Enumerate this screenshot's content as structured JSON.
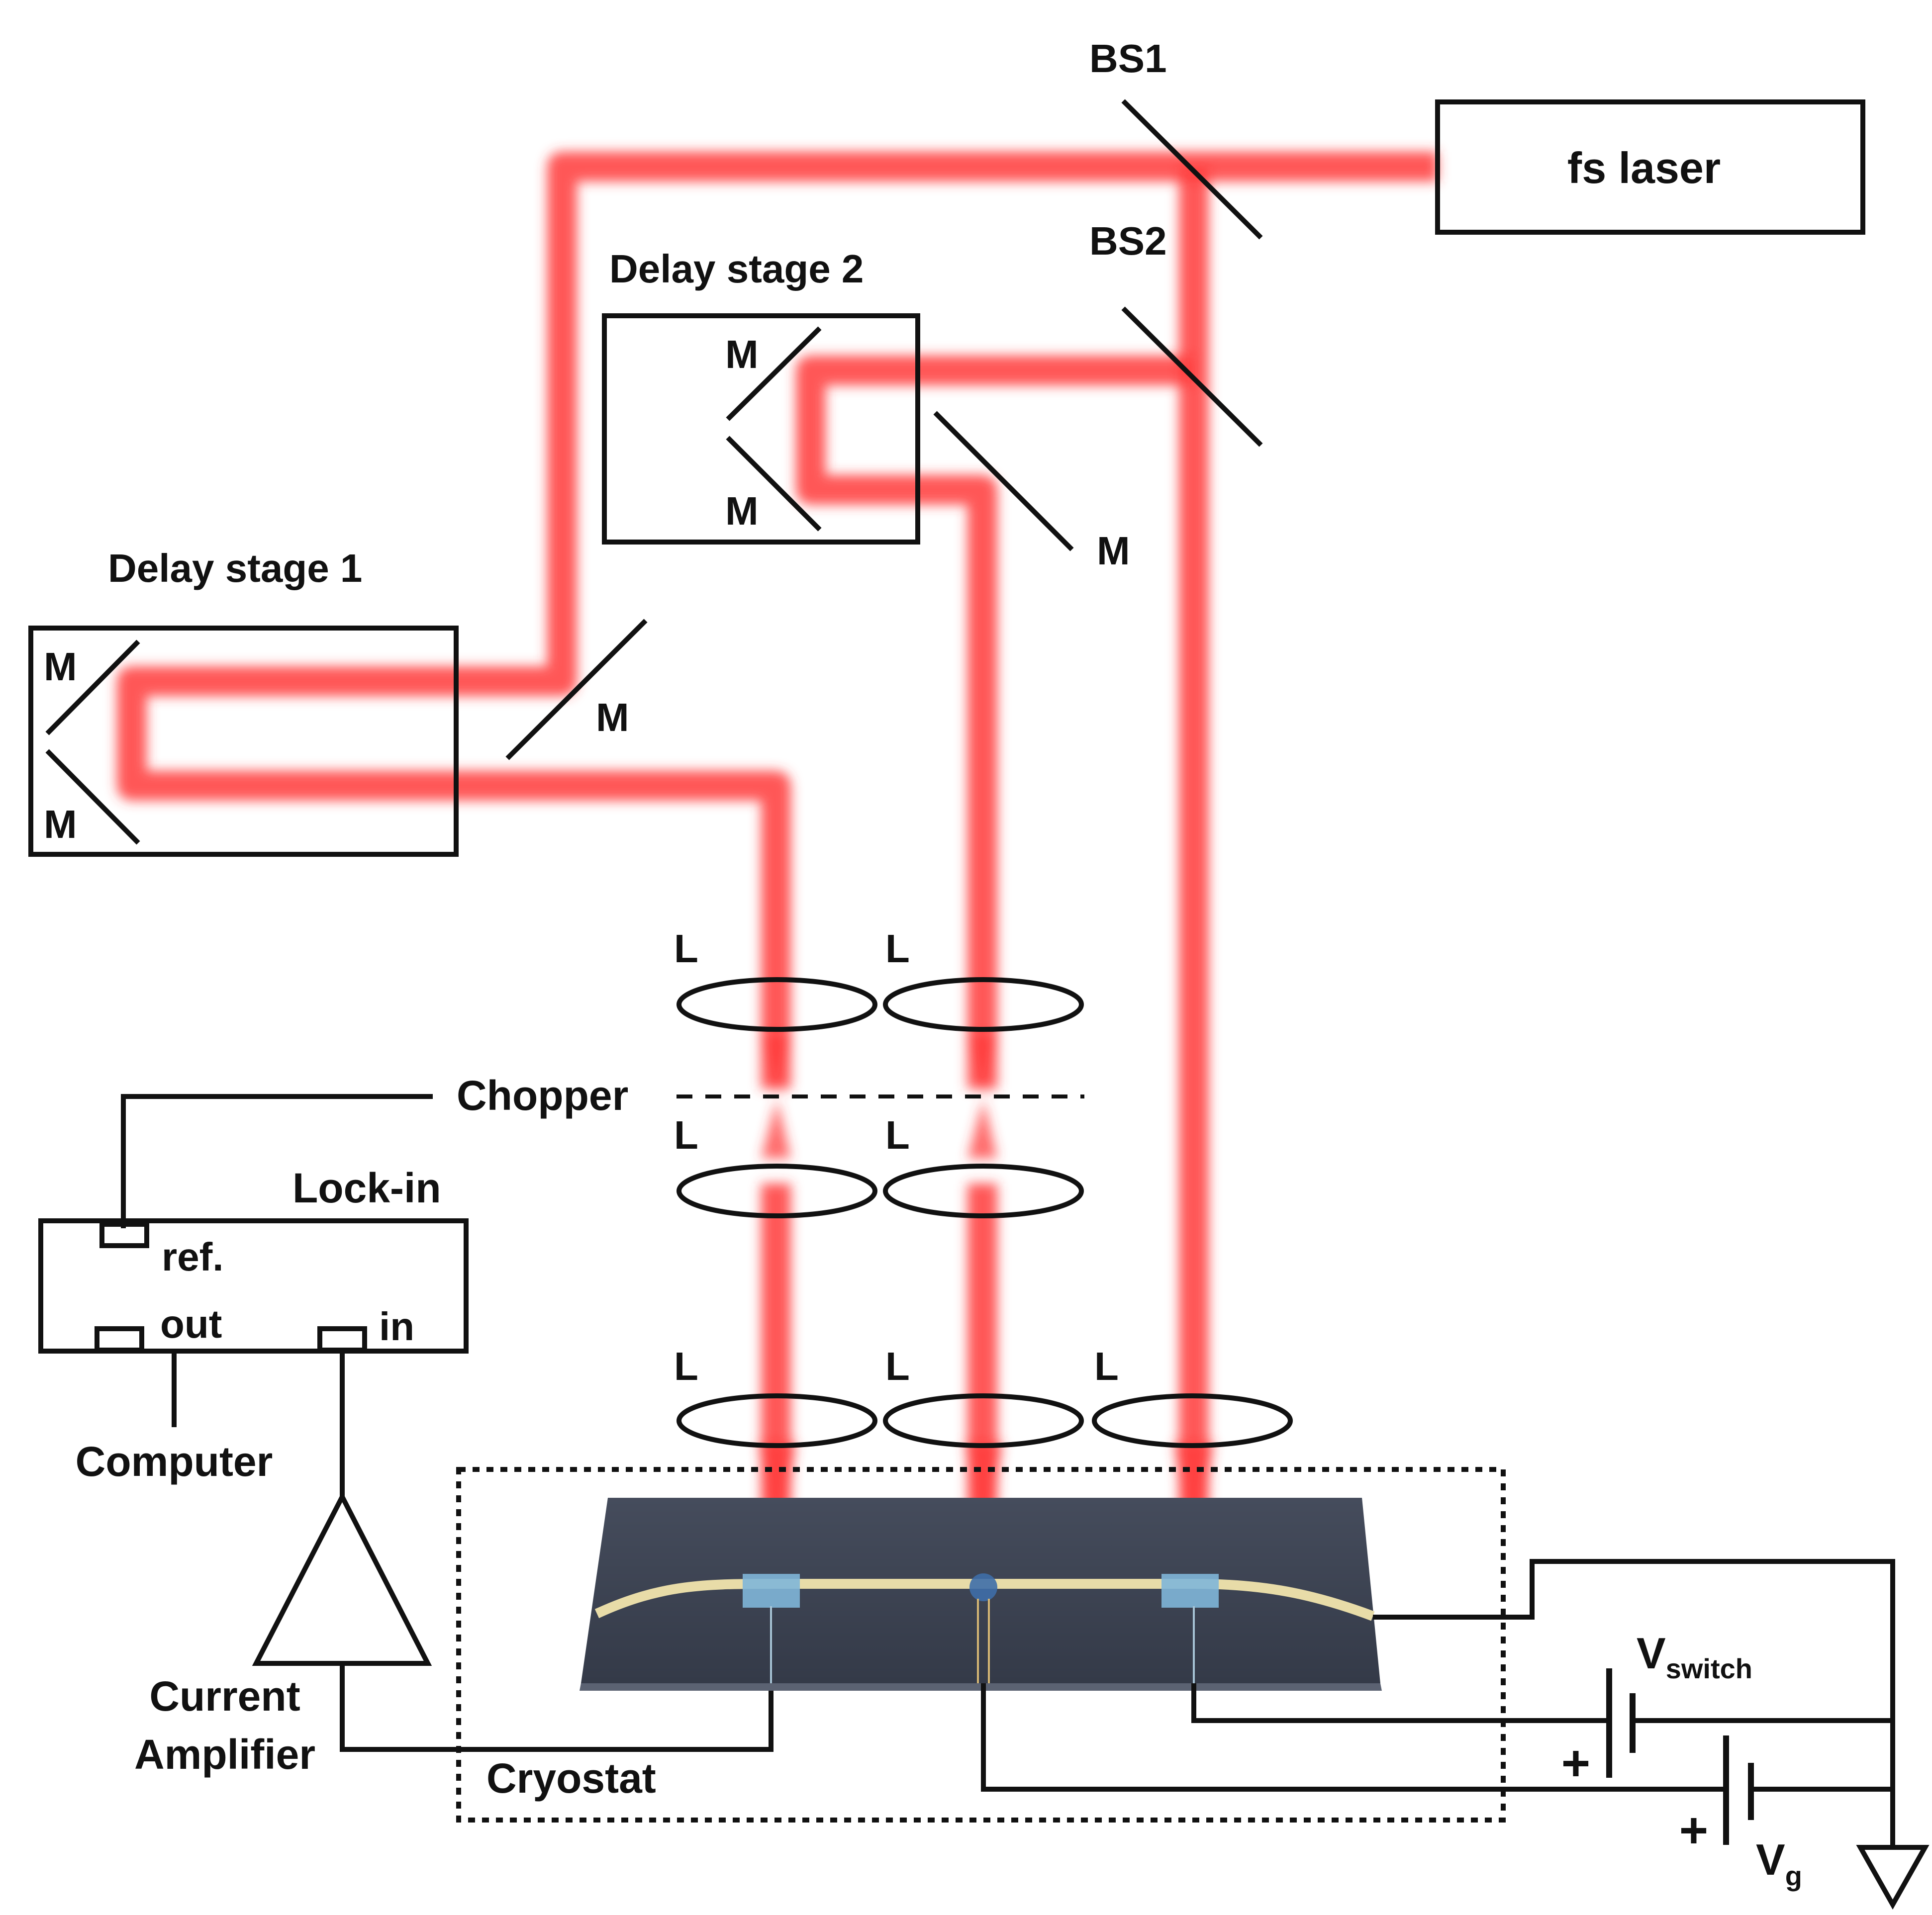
{
  "labels": {
    "bs1": "BS1",
    "bs2": "BS2",
    "fs_laser": "fs laser",
    "delay_stage_1": "Delay stage 1",
    "delay_stage_2": "Delay stage 2",
    "mirror": "M",
    "lens": "L",
    "chopper": "Chopper",
    "lock_in": "Lock-in",
    "ref": "ref.",
    "out": "out",
    "in": "in",
    "computer": "Computer",
    "current_amplifier_line1": "Current",
    "current_amplifier_line2": "Amplifier",
    "cryostat": "Cryostat",
    "v_switch_main": "V",
    "v_switch_sub": "switch",
    "v_g_main": "V",
    "v_g_sub": "g",
    "plus": "+"
  },
  "colors": {
    "beam": "#ff3b3b",
    "line": "#111111",
    "chip_substrate": "#3a4150",
    "waveguide": "#e8dca8",
    "switch_pad": "#7fb6d8"
  }
}
